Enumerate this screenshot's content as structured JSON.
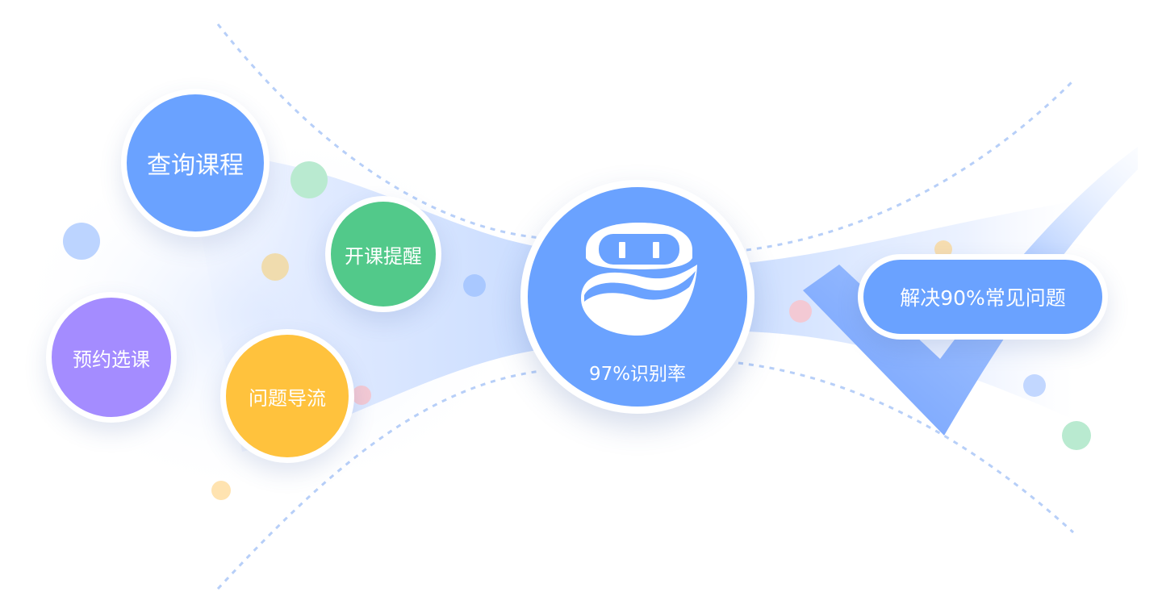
{
  "features": [
    {
      "label": "查询课程",
      "color": "#6aa2ff"
    },
    {
      "label": "开课提醒",
      "color": "#52c98a"
    },
    {
      "label": "预约选课",
      "color": "#a48cff"
    },
    {
      "label": "问题导流",
      "color": "#ffc23d"
    }
  ],
  "hub": {
    "label": "97%识别率",
    "color": "#6aa2ff",
    "icon": "robot-icon"
  },
  "result": {
    "label": "解决90%常见问题",
    "color": "#6aa2ff"
  },
  "colors": {
    "flow_light": "#dbe7ff",
    "flow_mid": "#c3d8ff",
    "flow_accent": "#7aa9ff",
    "dash": "#b7cff8",
    "dot_blue": "#bcd4ff",
    "dot_green": "#b9ead0",
    "dot_yellow": "#f0dcae",
    "dot_pink": "#f3c9d4",
    "dot_blue_mid": "#a9c8ff"
  }
}
